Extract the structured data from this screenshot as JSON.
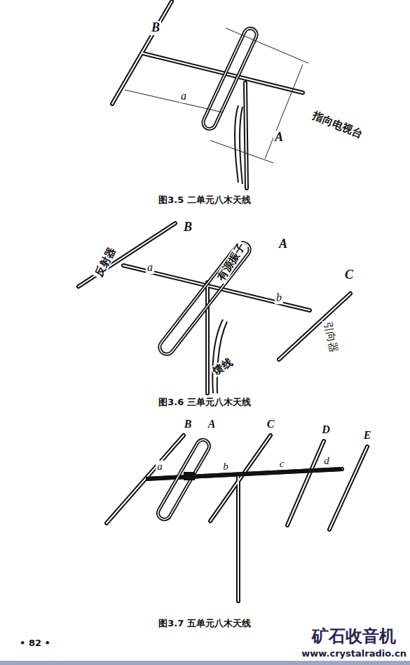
{
  "diagram": {
    "labels": [
      "B",
      "a",
      "A",
      "指向电视台",
      "图3.5 二单元八木天线",
      "B",
      "反射器",
      "a",
      "有源振子",
      "A",
      "C",
      "b",
      "引向器",
      "馈线",
      "图3.6 三单元八木天线",
      "B",
      "A",
      "C",
      "D",
      "E",
      "a",
      "b",
      "c",
      "d",
      "图3.7 五单元八木天线",
      "• 82 •",
      "矿石收音机",
      "www.crystalradio.cn"
    ]
  }
}
